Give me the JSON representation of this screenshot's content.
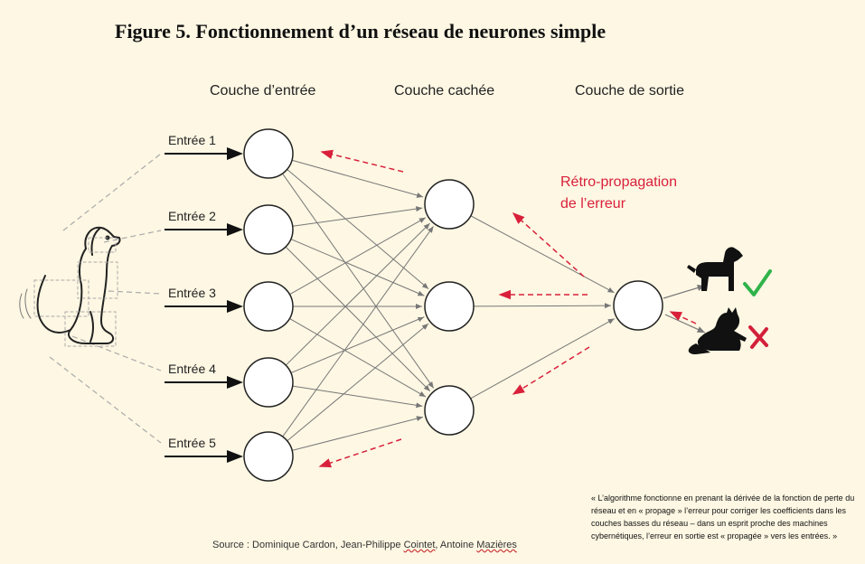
{
  "title": "Figure 5. Fonctionnement d’un réseau de neurones simple",
  "layers": {
    "input": "Couche d’entrée",
    "hidden": "Couche cachée",
    "output": "Couche de sortie"
  },
  "inputs": [
    "Entrée 1",
    "Entrée 2",
    "Entrée 3",
    "Entrée 4",
    "Entrée 5"
  ],
  "backprop_label_line1": "Rétro-propagation",
  "backprop_label_line2": "de l’erreur",
  "source": {
    "prefix": "Source : Dominique Cardon, Jean-Philippe ",
    "name1": "Cointet",
    "middle": ", Antoine ",
    "name2": "Mazières"
  },
  "quote": "« L’algorithme fonctionne en prenant la dérivée de la fonction de perte du réseau et en « propage » l’erreur pour corriger les coefficients dans les couches basses du réseau – dans un esprit proche des machines cybernétiques, l’erreur en sortie est « propagée » vers les entrées. »",
  "colors": {
    "background": "#fdf7e3",
    "error_red": "#d9203b",
    "check_green": "#2fb34a",
    "cross_red": "#d3203a"
  },
  "icons": [
    "dog-input-icon",
    "dog-output-icon",
    "cat-output-icon",
    "check-icon",
    "cross-icon"
  ]
}
